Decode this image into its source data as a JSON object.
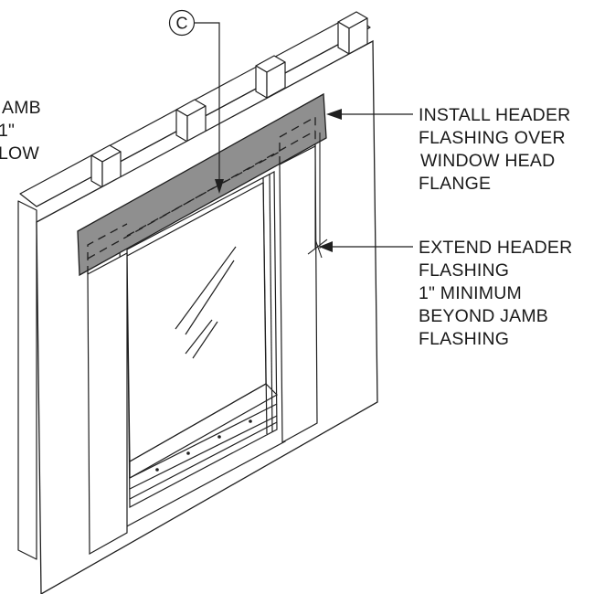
{
  "callout_marker": "C",
  "left_note": {
    "lines": [
      "AMB",
      "1\"",
      "LOW"
    ]
  },
  "note_header_over_flange": {
    "lines": [
      "INSTALL HEADER",
      "FLASHING OVER",
      "WINDOW HEAD",
      "FLANGE"
    ]
  },
  "note_extend_flashing": {
    "lines": [
      "EXTEND HEADER",
      "FLASHING",
      "1\" MINIMUM",
      "BEYOND JAMB",
      "FLASHING"
    ]
  },
  "colors": {
    "line": "#1f1f1f",
    "header_flashing_fill": "#8f8f8f",
    "wall_fill": "#ffffff",
    "background": "#ffffff"
  }
}
